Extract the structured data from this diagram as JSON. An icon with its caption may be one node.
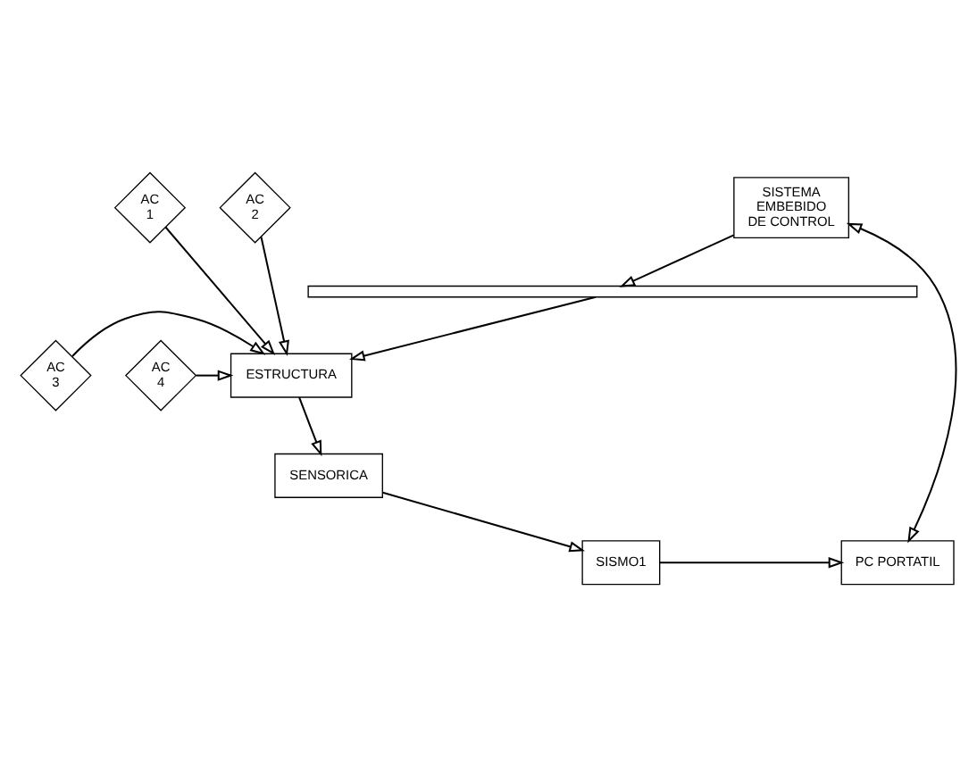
{
  "diagram": {
    "nodes": [
      {
        "text": [],
        "shape": "bar"
      },
      {
        "text": [
          "SISTEMA EMBEBIDO DE CONTROL"
        ]
      },
      {
        "text": [
          "AC 1"
        ]
      },
      {
        "text": [
          "AC 2"
        ]
      },
      {
        "text": [
          "ESTRUCTURA"
        ]
      },
      {
        "text": [
          "AC 3"
        ]
      },
      {
        "text": [
          "AC 4"
        ]
      },
      {
        "text": [
          "SENSORICA"
        ]
      },
      {
        "text": [
          "PC PORTATIL"
        ]
      },
      {
        "text": [
          "SISMO1"
        ]
      }
    ],
    "edges": [
      {
        "from": 1,
        "to": 0,
        "arrow": "to"
      },
      {
        "from": 0,
        "to": 4,
        "arrow": "to"
      },
      {
        "from": 2,
        "to": 4,
        "arrow": "to"
      },
      {
        "from": 3,
        "to": 4,
        "arrow": "to"
      },
      {
        "from": 5,
        "to": 4,
        "arrow": "to"
      },
      {
        "from": 6,
        "to": 4,
        "arrow": "to"
      },
      {
        "from": 4,
        "to": 7,
        "arrow": "to"
      },
      {
        "from": 7,
        "to": 9,
        "arrow": "to"
      },
      {
        "from": 1,
        "to": 8,
        "arrow": "both"
      },
      {
        "from": 9,
        "to": 8,
        "arrow": "to"
      }
    ]
  }
}
